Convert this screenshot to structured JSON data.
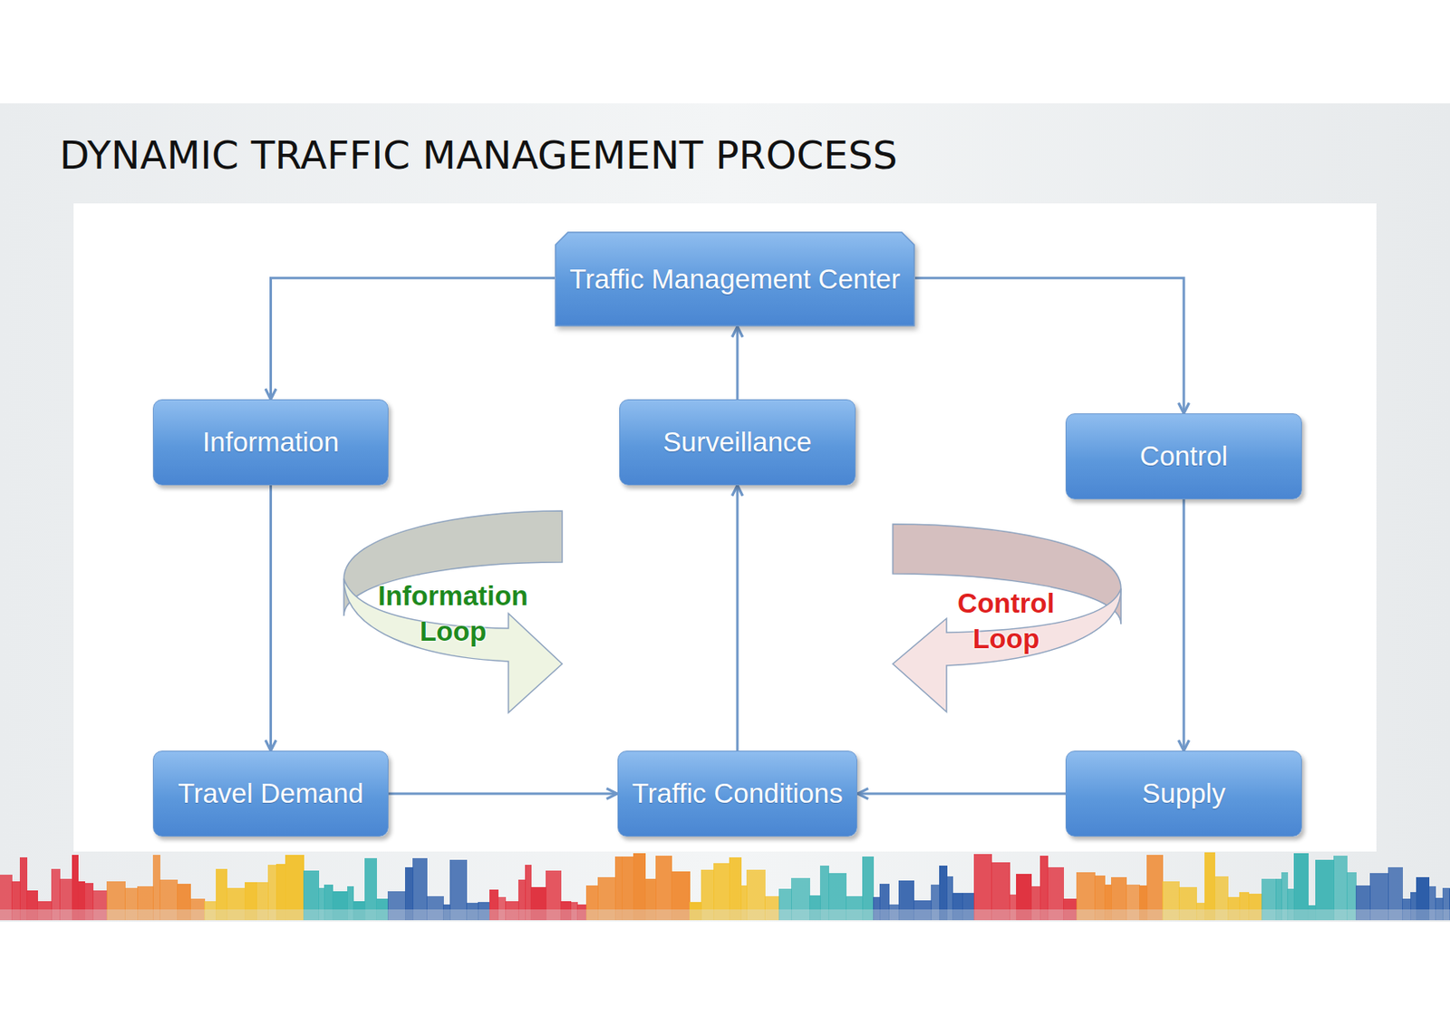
{
  "diagram": {
    "title": "DYNAMIC TRAFFIC MANAGEMENT PROCESS",
    "nodes": [
      {
        "text": [
          "Traffic Management Center"
        ]
      },
      {
        "text": [
          "Information"
        ]
      },
      {
        "text": [
          "Surveillance"
        ]
      },
      {
        "text": [
          "Control"
        ]
      },
      {
        "text": [
          "Travel Demand"
        ]
      },
      {
        "text": [
          "Traffic Conditions"
        ]
      },
      {
        "text": [
          "Supply"
        ]
      }
    ],
    "edges": [
      {
        "from": 0,
        "to": 1,
        "arrow": "to"
      },
      {
        "from": 0,
        "to": 3,
        "arrow": "to"
      },
      {
        "from": 2,
        "to": 0,
        "arrow": "to"
      },
      {
        "from": 1,
        "to": 4,
        "arrow": "to"
      },
      {
        "from": 4,
        "to": 5,
        "arrow": "to"
      },
      {
        "from": 6,
        "to": 5,
        "arrow": "to"
      },
      {
        "from": 5,
        "to": 2,
        "arrow": "to"
      },
      {
        "from": 3,
        "to": 6,
        "arrow": "to"
      }
    ],
    "labels": [
      "Information Loop",
      "Control Loop"
    ]
  }
}
